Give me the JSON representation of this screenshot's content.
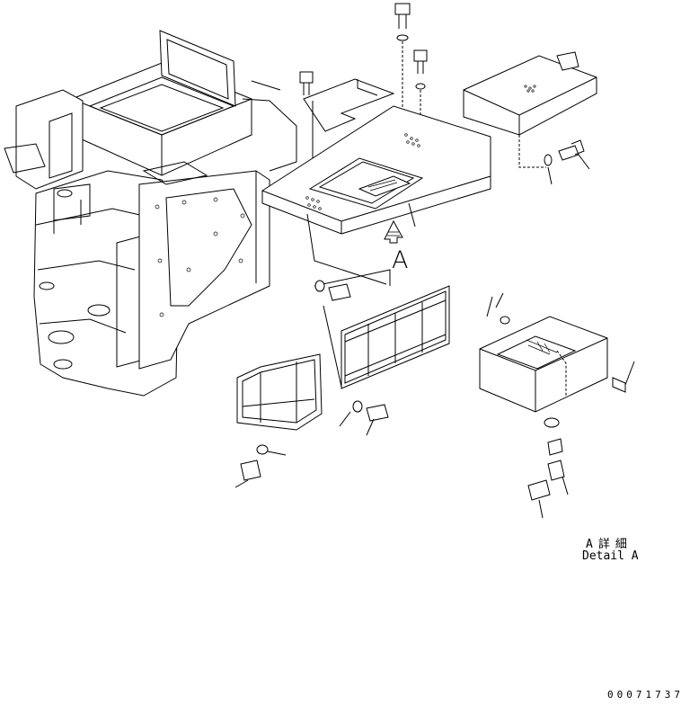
{
  "callout": {
    "letter": "A"
  },
  "detail": {
    "title_jp": "A詳細",
    "title_en": "Detail A"
  },
  "figure_number": "00071737"
}
